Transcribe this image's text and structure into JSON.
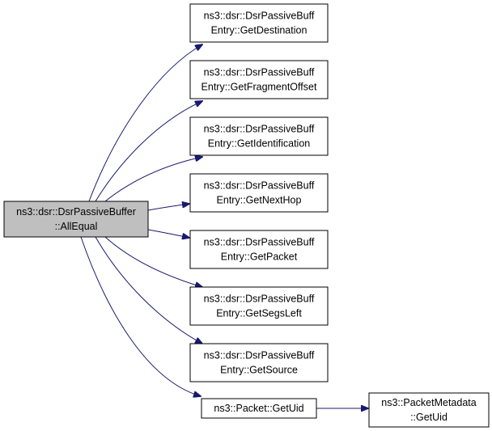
{
  "diagram": {
    "type": "call-graph",
    "colors": {
      "edge": "#191970",
      "node_border": "#000000",
      "root_fill": "#bfbfbf",
      "node_fill": "#ffffff"
    },
    "nodes": [
      {
        "id": "root",
        "lines": [
          "ns3::dsr::DsrPassiveBuffer",
          "::AllEqual"
        ],
        "root": true
      },
      {
        "id": "getdestination",
        "lines": [
          "ns3::dsr::DsrPassiveBuff",
          "Entry::GetDestination"
        ]
      },
      {
        "id": "getfragmentoffset",
        "lines": [
          "ns3::dsr::DsrPassiveBuff",
          "Entry::GetFragmentOffset"
        ]
      },
      {
        "id": "getidentification",
        "lines": [
          "ns3::dsr::DsrPassiveBuff",
          "Entry::GetIdentification"
        ]
      },
      {
        "id": "getnexthop",
        "lines": [
          "ns3::dsr::DsrPassiveBuff",
          "Entry::GetNextHop"
        ]
      },
      {
        "id": "getpacket",
        "lines": [
          "ns3::dsr::DsrPassiveBuff",
          "Entry::GetPacket"
        ]
      },
      {
        "id": "getsegsleft",
        "lines": [
          "ns3::dsr::DsrPassiveBuff",
          "Entry::GetSegsLeft"
        ]
      },
      {
        "id": "getsource",
        "lines": [
          "ns3::dsr::DsrPassiveBuff",
          "Entry::GetSource"
        ]
      },
      {
        "id": "packet-getuid",
        "lines": [
          "ns3::Packet::GetUid"
        ]
      },
      {
        "id": "packetmetadata-getuid",
        "lines": [
          "ns3::PacketMetadata",
          "::GetUid"
        ]
      }
    ],
    "edges": [
      {
        "from": "root",
        "to": "getdestination"
      },
      {
        "from": "root",
        "to": "getfragmentoffset"
      },
      {
        "from": "root",
        "to": "getidentification"
      },
      {
        "from": "root",
        "to": "getnexthop"
      },
      {
        "from": "root",
        "to": "getpacket"
      },
      {
        "from": "root",
        "to": "getsegsleft"
      },
      {
        "from": "root",
        "to": "getsource"
      },
      {
        "from": "root",
        "to": "packet-getuid"
      },
      {
        "from": "packet-getuid",
        "to": "packetmetadata-getuid"
      }
    ]
  }
}
